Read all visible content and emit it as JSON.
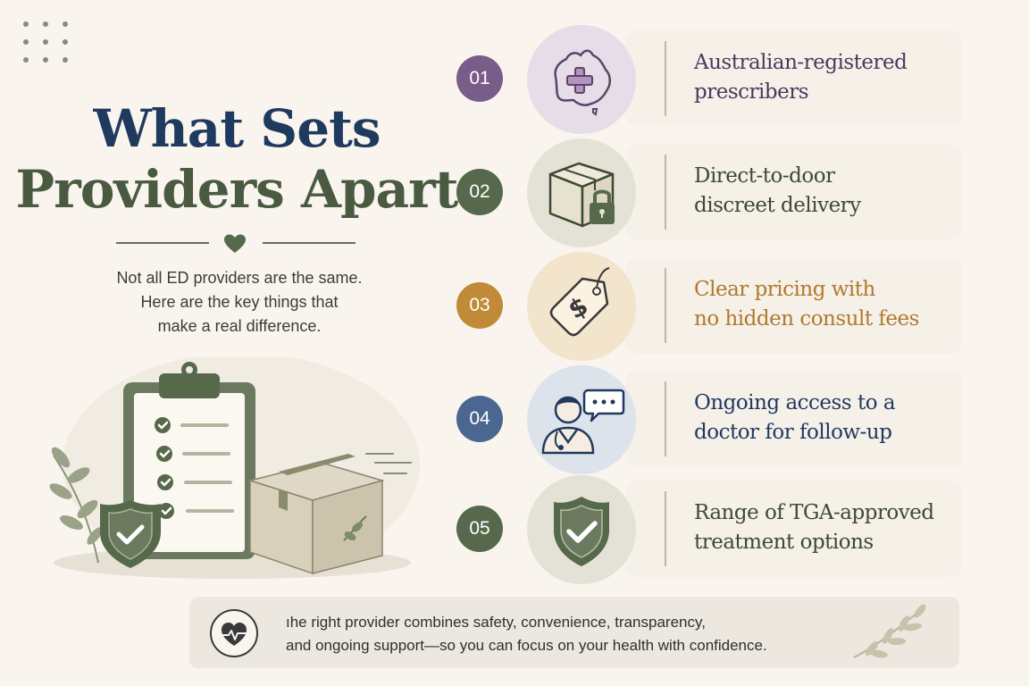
{
  "title": {
    "line1": "What Sets",
    "line2": "Providers Apart"
  },
  "intro": {
    "line1": "Not all ED providers are the same.",
    "line2": "Here are the key things that",
    "line3": "make a real difference."
  },
  "colors": {
    "background": "#f9f5ee",
    "navy": "#1f3a5f",
    "olive": "#4a5a40",
    "purple": "#7a5c8a",
    "green": "#56694b",
    "amber": "#c08a38",
    "blue": "#4b6690"
  },
  "items": [
    {
      "number": "01",
      "line1": "Australian-registered",
      "line2": "prescribers",
      "icon": "australia-map-cross-icon",
      "num_color": "#7a5c8a",
      "bg": "#e7dde8",
      "text_color": "#4a3a5e"
    },
    {
      "number": "02",
      "line1": "Direct-to-door",
      "line2": "discreet delivery",
      "icon": "locked-package-icon",
      "num_color": "#56694b",
      "bg": "#e4e2d6",
      "text_color": "#3c4a33"
    },
    {
      "number": "03",
      "line1": "Clear pricing with",
      "line2": "no hidden consult fees",
      "icon": "price-tag-dollar-icon",
      "num_color": "#c08a38",
      "bg": "#f3e4cc",
      "text_color": "#b07a2e"
    },
    {
      "number": "04",
      "line1": "Ongoing access to a",
      "line2": "doctor for follow-up",
      "icon": "doctor-chat-icon",
      "num_color": "#4b6690",
      "bg": "#dde3ea",
      "text_color": "#1f3a5f"
    },
    {
      "number": "05",
      "line1": "Range of TGA-approved",
      "line2": "treatment options",
      "icon": "shield-check-icon",
      "num_color": "#56694b",
      "bg": "#e4e2d6",
      "text_color": "#3c4a33"
    }
  ],
  "footer": {
    "line1": "ıhe right provider combines safety, convenience, transparency,",
    "line2": "and ongoing support—so you can focus on your health with confidence.",
    "icon": "heart-pulse-icon"
  }
}
